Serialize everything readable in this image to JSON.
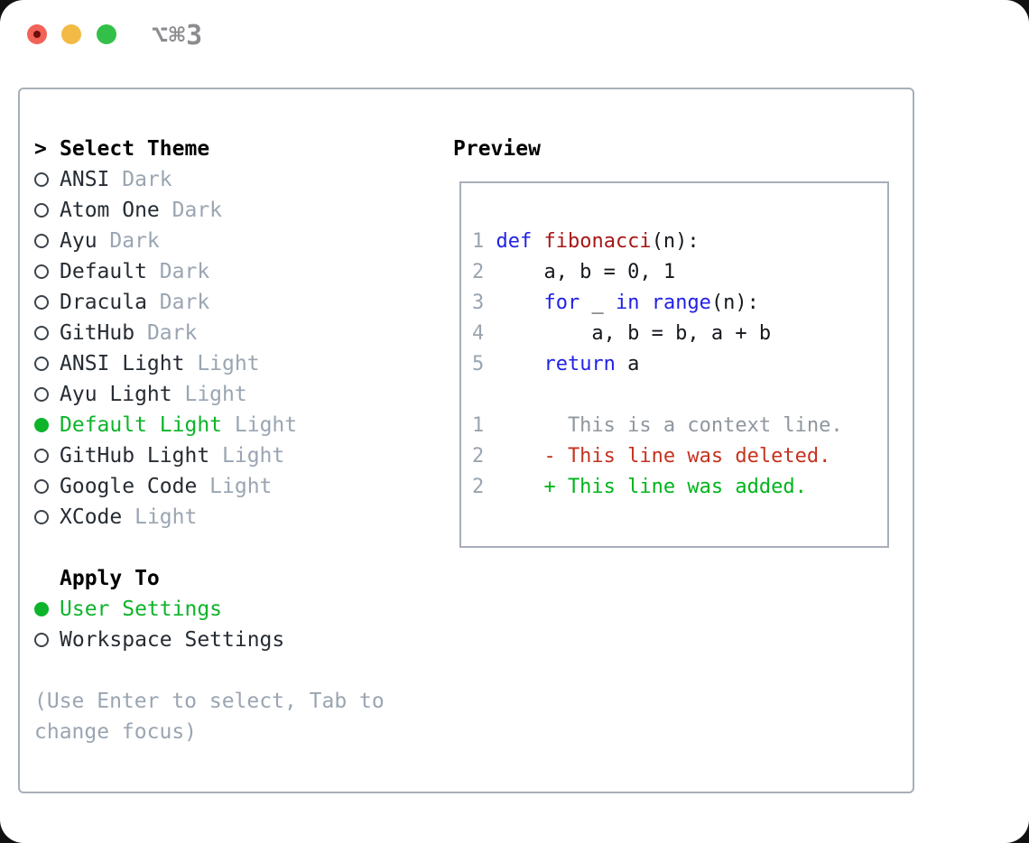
{
  "titlebar": {
    "title": "⌥⌘3",
    "buttons": [
      "close",
      "minimize",
      "zoom"
    ]
  },
  "colors": {
    "keyword": "#2121e6",
    "function": "#a61717",
    "code-text": "#15181d",
    "context": "#8f969e",
    "deleted": "#c5331f",
    "added": "#00b41c",
    "selected": "#0db42a",
    "muted": "#9aa5b2",
    "text": "#262c33",
    "heading": "#000000",
    "border": "#a8afb9",
    "line-number": "#9aa4b0",
    "title-gray": "#8b8d90",
    "light-red": "#f26257",
    "light-yellow": "#f3bb45",
    "light-green": "#33c048"
  },
  "theme_list": {
    "prompt": ">",
    "header": "Select Theme",
    "items": [
      {
        "name": "ANSI",
        "variant": "Dark",
        "selected": false
      },
      {
        "name": "Atom One",
        "variant": "Dark",
        "selected": false
      },
      {
        "name": "Ayu",
        "variant": "Dark",
        "selected": false
      },
      {
        "name": "Default",
        "variant": "Dark",
        "selected": false
      },
      {
        "name": "Dracula",
        "variant": "Dark",
        "selected": false
      },
      {
        "name": "GitHub",
        "variant": "Dark",
        "selected": false
      },
      {
        "name": "ANSI Light",
        "variant": "Light",
        "selected": false
      },
      {
        "name": "Ayu Light",
        "variant": "Light",
        "selected": false
      },
      {
        "name": "Default Light",
        "variant": "Light",
        "selected": true
      },
      {
        "name": "GitHub Light",
        "variant": "Light",
        "selected": false
      },
      {
        "name": "Google Code",
        "variant": "Light",
        "selected": false
      },
      {
        "name": "XCode",
        "variant": "Light",
        "selected": false
      }
    ]
  },
  "apply_to": {
    "header": "Apply To",
    "options": [
      {
        "label": "User Settings",
        "selected": true
      },
      {
        "label": "Workspace Settings",
        "selected": false
      }
    ]
  },
  "hint": "(Use Enter to select, Tab to change focus)",
  "preview": {
    "header": "Preview",
    "lines": [
      {
        "num": "1",
        "segments": [
          {
            "t": "def",
            "c": "keyword"
          },
          {
            "t": " "
          },
          {
            "t": "fibonacci",
            "c": "function"
          },
          {
            "t": "(n):"
          }
        ]
      },
      {
        "num": "2",
        "segments": [
          {
            "t": "    a, b = 0, 1"
          }
        ]
      },
      {
        "num": "3",
        "segments": [
          {
            "t": "    "
          },
          {
            "t": "for",
            "c": "keyword"
          },
          {
            "t": " _ "
          },
          {
            "t": "in",
            "c": "keyword"
          },
          {
            "t": " "
          },
          {
            "t": "range",
            "c": "keyword"
          },
          {
            "t": "(n):"
          }
        ]
      },
      {
        "num": "4",
        "segments": [
          {
            "t": "        a, b = b, a + b"
          }
        ]
      },
      {
        "num": "5",
        "segments": [
          {
            "t": "    "
          },
          {
            "t": "return",
            "c": "keyword"
          },
          {
            "t": " a"
          }
        ]
      },
      {
        "num": "",
        "segments": []
      },
      {
        "num": "1",
        "segments": [
          {
            "t": "      This is a context line.",
            "c": "context"
          }
        ]
      },
      {
        "num": "2",
        "segments": [
          {
            "t": "    - This line was deleted.",
            "c": "deleted"
          }
        ]
      },
      {
        "num": "2",
        "segments": [
          {
            "t": "    + This line was added.",
            "c": "added"
          }
        ]
      }
    ]
  }
}
